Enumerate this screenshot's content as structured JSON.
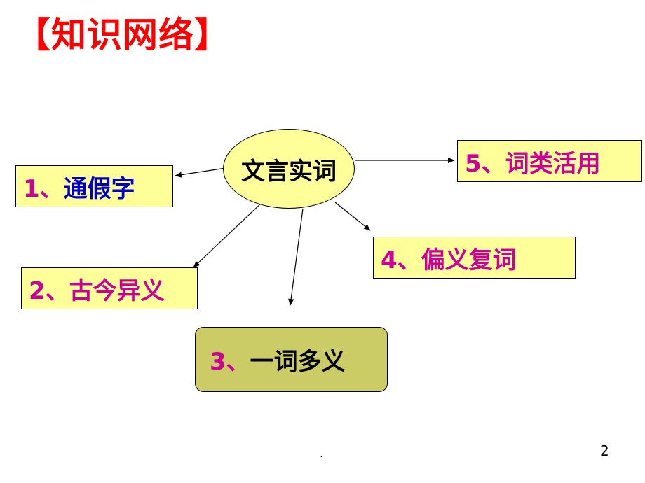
{
  "title": "【知识网络】",
  "hub": {
    "label": "文言实词"
  },
  "nodes": {
    "n1": {
      "num": "1、",
      "text": "通假字"
    },
    "n2": {
      "num": "2、",
      "text": "古今异义"
    },
    "n3": {
      "num": "3、",
      "text": "一词多义"
    },
    "n4": {
      "num": "4、",
      "text": "偏义复词"
    },
    "n5": {
      "num": "5、",
      "text": "词类活用"
    }
  },
  "footer": {
    "dot": ".",
    "page_number": "2"
  },
  "colors": {
    "title": "#ff0000",
    "box_fill": "#ffff99",
    "highlight_fill": "#cccc66",
    "number": "#cc0099",
    "blue_text": "#0000cc"
  }
}
